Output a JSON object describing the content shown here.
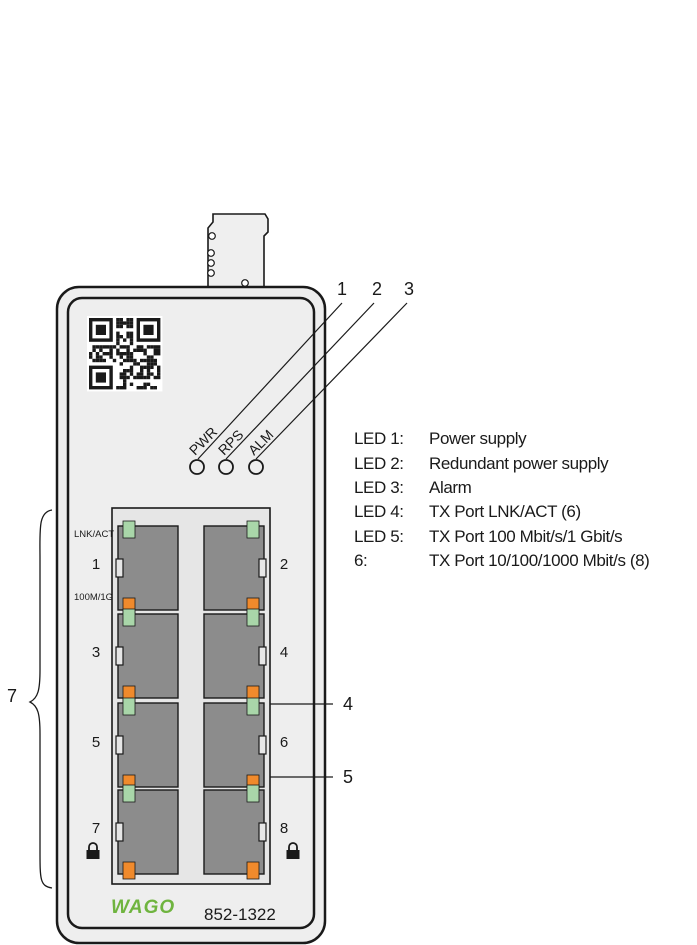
{
  "callouts": [
    "1",
    "2",
    "3",
    "4",
    "5",
    "7"
  ],
  "leds": [
    "PWR",
    "RPS",
    "ALM"
  ],
  "port_labels": [
    "1",
    "2",
    "3",
    "4",
    "5",
    "6",
    "7",
    "8"
  ],
  "small_labels": {
    "lnk": "LNK/ACT",
    "speed": "100M/1G"
  },
  "brand": "WAGO",
  "model": "852-1322",
  "legend": [
    {
      "key": "LED 1:",
      "value": "Power supply"
    },
    {
      "key": "LED 2:",
      "value": "Redundant power supply"
    },
    {
      "key": "LED 3:",
      "value": "Alarm"
    },
    {
      "key": "LED 4:",
      "value": "TX Port LNK/ACT (6)"
    },
    {
      "key": "LED 5:",
      "value": "TX Port 100 Mbit/s/1 Gbit/s"
    },
    {
      "key": "6:",
      "value": "TX Port 10/100/1000 Mbit/s (8)"
    }
  ],
  "colors": {
    "green_led": "#a9d6a9",
    "orange_led": "#f08a2c",
    "port_fill": "#8c8c8c",
    "brand_green": "#6fb43f",
    "panel": "#eeeeee"
  }
}
